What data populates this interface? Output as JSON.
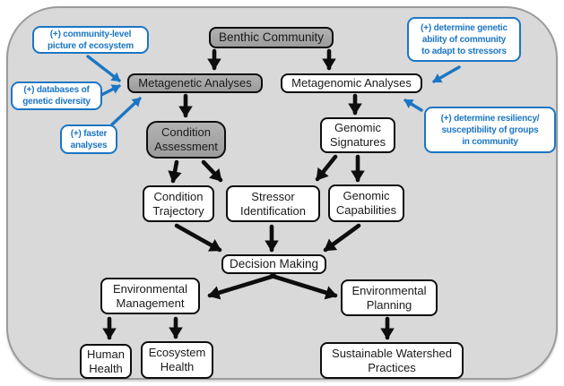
{
  "diagram": {
    "description": "Benthic community genomic analysis flowchart",
    "colors": {
      "canvas_background": "#d9d9d9",
      "canvas_border": "#9b9b9b",
      "gray_node_fill": "#a6a6a6",
      "white_node_fill": "#ffffff",
      "node_border": "#0d0d0d",
      "node_text": "#1a1a1a",
      "callout_blue": "#1b76c4",
      "arrow_black": "#0d0d0d"
    },
    "nodes": {
      "benthic_community": {
        "lines": [
          "Benthic Community"
        ]
      },
      "metagenetic_analyses": {
        "lines": [
          "Metagenetic Analyses"
        ]
      },
      "metagenomic_analyses": {
        "lines": [
          "Metagenomic Analyses"
        ]
      },
      "condition_assessment": {
        "lines": [
          "Condition",
          "Assessment"
        ]
      },
      "genomic_signatures": {
        "lines": [
          "Genomic",
          "Signatures"
        ]
      },
      "condition_trajectory": {
        "lines": [
          "Condition",
          "Trajectory"
        ]
      },
      "stressor_identification": {
        "lines": [
          "Stressor",
          "Identification"
        ]
      },
      "genomic_capabilities": {
        "lines": [
          "Genomic",
          "Capabilities"
        ]
      },
      "decision_making": {
        "lines": [
          "Decision Making"
        ]
      },
      "environmental_management": {
        "lines": [
          "Environmental",
          "Management"
        ]
      },
      "environmental_planning": {
        "lines": [
          "Environmental",
          "Planning"
        ]
      },
      "human_health": {
        "lines": [
          "Human",
          "Health"
        ]
      },
      "ecosystem_health": {
        "lines": [
          "Ecosystem",
          "Health"
        ]
      },
      "sustainable_watershed_practices": {
        "lines": [
          "Sustainable Watershed",
          "Practices"
        ]
      }
    },
    "callouts": {
      "community_level": {
        "lines": [
          "(+) community-level",
          "picture of ecosystem"
        ]
      },
      "databases": {
        "lines": [
          "(+) databases of",
          "genetic diversity"
        ]
      },
      "faster_analyses": {
        "lines": [
          "(+) faster",
          "analyses"
        ]
      },
      "genetic_ability": {
        "lines": [
          "(+) determine genetic",
          "ability of community",
          "to adapt to stressors"
        ]
      },
      "resiliency": {
        "lines": [
          "(+) determine resiliency/",
          "susceptibility of groups",
          "in community"
        ]
      }
    },
    "edges": [
      {
        "from": "benthic_community",
        "to": "metagenetic_analyses",
        "color": "black"
      },
      {
        "from": "benthic_community",
        "to": "metagenomic_analyses",
        "color": "black"
      },
      {
        "from": "metagenetic_analyses",
        "to": "condition_assessment",
        "color": "black"
      },
      {
        "from": "metagenomic_analyses",
        "to": "genomic_signatures",
        "color": "black"
      },
      {
        "from": "condition_assessment",
        "to": "condition_trajectory",
        "color": "black"
      },
      {
        "from": "condition_assessment",
        "to": "stressor_identification",
        "color": "black"
      },
      {
        "from": "genomic_signatures",
        "to": "stressor_identification",
        "color": "black"
      },
      {
        "from": "genomic_signatures",
        "to": "genomic_capabilities",
        "color": "black"
      },
      {
        "from": "condition_trajectory",
        "to": "decision_making",
        "color": "black"
      },
      {
        "from": "stressor_identification",
        "to": "decision_making",
        "color": "black"
      },
      {
        "from": "genomic_capabilities",
        "to": "decision_making",
        "color": "black"
      },
      {
        "from": "decision_making",
        "to": "environmental_management",
        "color": "black"
      },
      {
        "from": "decision_making",
        "to": "environmental_planning",
        "color": "black"
      },
      {
        "from": "environmental_management",
        "to": "human_health",
        "color": "black"
      },
      {
        "from": "environmental_management",
        "to": "ecosystem_health",
        "color": "black"
      },
      {
        "from": "environmental_planning",
        "to": "sustainable_watershed_practices",
        "color": "black"
      },
      {
        "from": "community_level",
        "to": "metagenetic_analyses",
        "color": "blue"
      },
      {
        "from": "databases",
        "to": "metagenetic_analyses",
        "color": "blue"
      },
      {
        "from": "faster_analyses",
        "to": "metagenetic_analyses",
        "color": "blue"
      },
      {
        "from": "genetic_ability",
        "to": "metagenomic_analyses",
        "color": "blue"
      },
      {
        "from": "resiliency",
        "to": "metagenomic_analyses",
        "color": "blue"
      }
    ]
  }
}
